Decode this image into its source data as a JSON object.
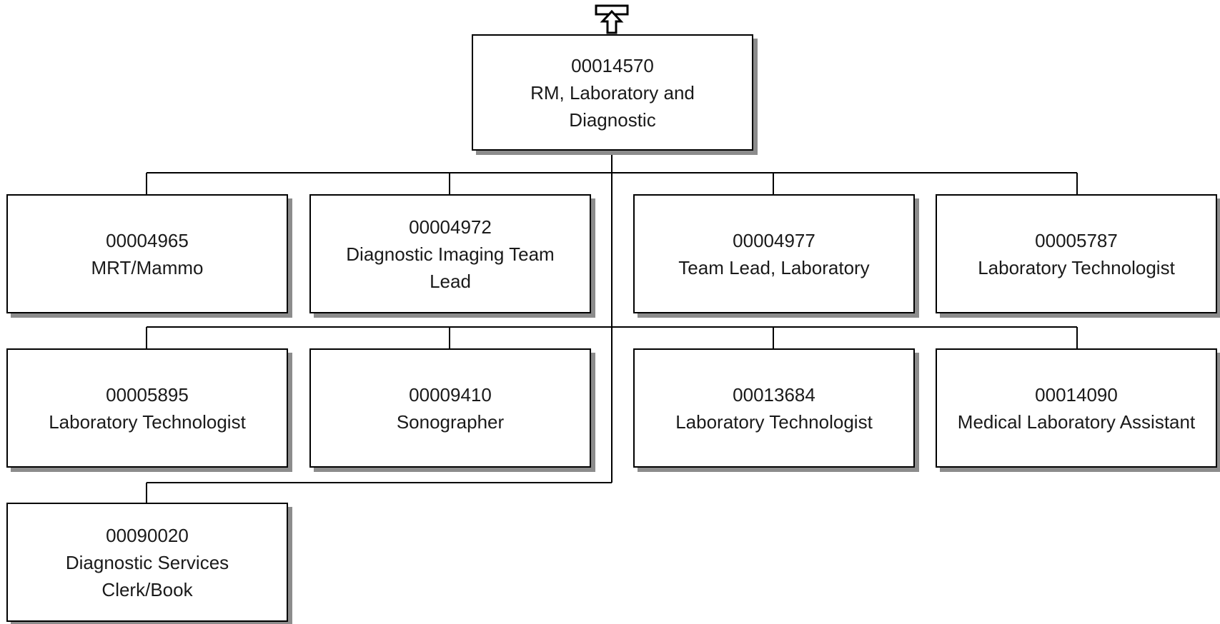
{
  "org_chart": {
    "root": {
      "id": "00014570",
      "title": "RM, Laboratory and Diagnostic"
    },
    "positions": [
      {
        "id": "00004965",
        "title": "MRT/Mammo"
      },
      {
        "id": "00004972",
        "title": "Diagnostic Imaging Team Lead"
      },
      {
        "id": "00004977",
        "title": "Team Lead, Laboratory"
      },
      {
        "id": "00005787",
        "title": "Laboratory Technologist"
      },
      {
        "id": "00005895",
        "title": "Laboratory Technologist"
      },
      {
        "id": "00009410",
        "title": "Sonographer"
      },
      {
        "id": "00013684",
        "title": "Laboratory Technologist"
      },
      {
        "id": "00014090",
        "title": "Medical Laboratory Assistant"
      },
      {
        "id": "00090020",
        "title": "Diagnostic Services Clerk/Book"
      }
    ],
    "navigation": {
      "up_icon": "up-arrow-icon"
    },
    "colors": {
      "border": "#000000",
      "shadow": "#8c8c8c",
      "text": "#1a1a1a",
      "background": "#ffffff"
    }
  }
}
